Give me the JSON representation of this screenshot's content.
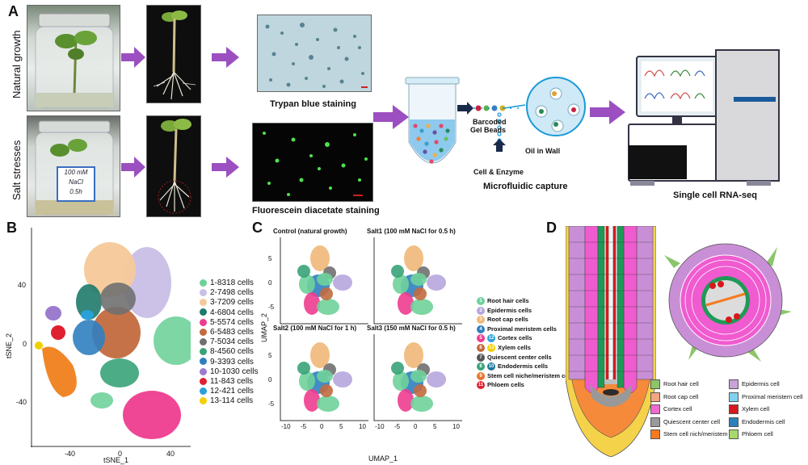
{
  "panel_labels": [
    "A",
    "B",
    "C",
    "D"
  ],
  "panel_a": {
    "row_labels": [
      "Natural growth",
      "Salt stresses"
    ],
    "jar_label": [
      "100 mM",
      "NaCl",
      "0.5h"
    ],
    "captions": {
      "trypan": "Trypan blue staining",
      "fda": "Fluorescein diacetate staining",
      "microfluidic": "Microfluidic capture",
      "scrnaseq": "Single cell RNA-seq"
    },
    "micro_labels": {
      "beads_1": "Barcoded",
      "beads_2": "Gel Beads",
      "cell_enzyme": "Cell & Enzyme",
      "oil": "Oil in Wall"
    }
  },
  "panel_b": {
    "xlabel": "tSNE_1",
    "ylabel": "tSNE_2",
    "xticks": [
      "-40",
      "0",
      "40"
    ],
    "yticks": [
      "40",
      "0",
      "-40"
    ],
    "legend": [
      {
        "label": "1-8318  cells",
        "color": "#6fd19a"
      },
      {
        "label": "2-7498  cells",
        "color": "#c9bfe6"
      },
      {
        "label": "3-7209  cells",
        "color": "#f6c99a"
      },
      {
        "label": "4-6804  cells",
        "color": "#1e7a6a"
      },
      {
        "label": "5-5574  cells",
        "color": "#ee3d8f"
      },
      {
        "label": "6-5483  cells",
        "color": "#c36a3e"
      },
      {
        "label": "7-5034  cells",
        "color": "#707070"
      },
      {
        "label": "8-4560  cells",
        "color": "#38a378"
      },
      {
        "label": "9-3393  cells",
        "color": "#2f7fc0"
      },
      {
        "label": "10-1030  cells",
        "color": "#9b7ccf"
      },
      {
        "label": "11-843  cells",
        "color": "#e02030"
      },
      {
        "label": "12-421  cells",
        "color": "#2aa0d8"
      },
      {
        "label": "13-114  cells",
        "color": "#f2d000"
      }
    ]
  },
  "panel_c": {
    "titles": [
      "Control (natural growth)",
      "Salt1 (100 mM NaCl for 0.5 h)",
      "Salt2 (100 mM NaCl for 1 h)",
      "Salt3 (150 mM NaCl for 0.5 h)"
    ],
    "xlabel": "UMAP_1",
    "ylabel": "UMAP_2",
    "xticks": [
      "-10",
      "-5",
      "0",
      "5",
      "10"
    ],
    "yticks": [
      "5",
      "0",
      "-5"
    ],
    "legend": [
      {
        "badges": [
          "1"
        ],
        "label": "Root hair cells",
        "colors": [
          "#6fd19a"
        ]
      },
      {
        "badges": [
          "2"
        ],
        "label": "Epidermis cells",
        "colors": [
          "#b6a6dc"
        ]
      },
      {
        "badges": [
          "3"
        ],
        "label": "Root cap cells",
        "colors": [
          "#f0b878"
        ]
      },
      {
        "badges": [
          "4"
        ],
        "label": "Proximal meristem cells",
        "colors": [
          "#2f7fc0"
        ]
      },
      {
        "badges": [
          "5",
          "12"
        ],
        "label": "Cortex cells",
        "colors": [
          "#ee3d8f",
          "#2aa0d8"
        ]
      },
      {
        "badges": [
          "6",
          "13"
        ],
        "label": "Xylem cells",
        "colors": [
          "#c36a3e",
          "#f2d000"
        ]
      },
      {
        "badges": [
          "7"
        ],
        "label": "Quiescent center cells",
        "colors": [
          "#555555"
        ]
      },
      {
        "badges": [
          "8",
          "10"
        ],
        "label": "Endodermis cells",
        "colors": [
          "#38a378",
          "#1e7a9a"
        ]
      },
      {
        "badges": [
          "9"
        ],
        "label": "Stem cell niche/meristem cells",
        "colors": [
          "#e8762d"
        ]
      },
      {
        "badges": [
          "11"
        ],
        "label": "Phloem cells",
        "colors": [
          "#e02030"
        ]
      }
    ]
  },
  "panel_d": {
    "legend": [
      {
        "label": "Root hair cell",
        "color": "#8cc56a"
      },
      {
        "label": "Epidermis cell",
        "color": "#c9a2d9"
      },
      {
        "label": "Root cap cell",
        "color": "#f4a582"
      },
      {
        "label": "Proximal meristem cell",
        "color": "#7fd3ee"
      },
      {
        "label": "Cortex cell",
        "color": "#f06bd0"
      },
      {
        "label": "Xylem cell",
        "color": "#d7191c"
      },
      {
        "label": "Quiescent center cell",
        "color": "#9a9a9a"
      },
      {
        "label": "Endodermis cell",
        "color": "#2c7fb8"
      },
      {
        "label": "Stem cell nich/meristem",
        "color": "#f47a20"
      },
      {
        "label": "Phloem cell",
        "color": "#a6d96a"
      }
    ]
  }
}
